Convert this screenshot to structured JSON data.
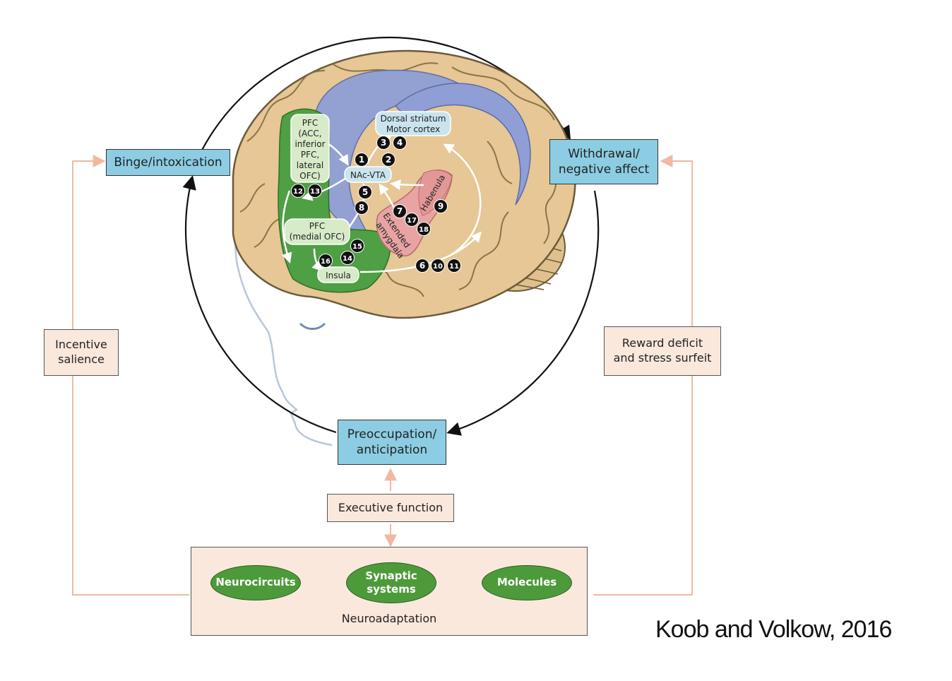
{
  "stages": {
    "binge": "Binge/intoxication",
    "withdrawal_line1": "Withdrawal/",
    "withdrawal_line2": "negative affect",
    "preoccupation_line1": "Preoccupation/",
    "preoccupation_line2": "anticipation"
  },
  "modulators": {
    "incentive_line1": "Incentive",
    "incentive_line2": "salience",
    "reward_line1": "Reward deficit",
    "reward_line2": "and stress surfeit",
    "executive": "Executive function"
  },
  "neuroadaptation": {
    "label": "Neuroadaptation",
    "neurocircuits": "Neurocircuits",
    "synaptic_line1": "Synaptic",
    "synaptic_line2": "systems",
    "molecules": "Molecules"
  },
  "brain_regions": {
    "pfc_top": [
      "PFC",
      "(ACC,",
      "inferior",
      "PFC,",
      "lateral",
      "OFC)"
    ],
    "pfc_medial": [
      "PFC",
      "(medial OFC)"
    ],
    "insula": "Insula",
    "nac_vta": "NAc-VTA",
    "dorsal_striatum": "Dorsal striatum",
    "motor_cortex": "Motor cortex",
    "habenula": "Habenula",
    "extended_amygdala_line1": "Extended",
    "extended_amygdala_line2": "amygdala"
  },
  "markers": [
    "1",
    "2",
    "3",
    "4",
    "5",
    "6",
    "7",
    "8",
    "9",
    "10",
    "11",
    "12",
    "13",
    "14",
    "15",
    "16",
    "17",
    "18"
  ],
  "citation": "Koob and Volkow, 2016",
  "colors": {
    "stage_box": "#8ccde3",
    "modulator_box": "#fbe8dd",
    "green_oval": "#4d9a3b",
    "brain_tan": "#e6c795",
    "striatum_blue": "#8f9fd6",
    "pfc_green": "#4f9f45",
    "amygdala_pink": "#e8a3a3",
    "feedback_arrow": "#f0b9a0"
  }
}
